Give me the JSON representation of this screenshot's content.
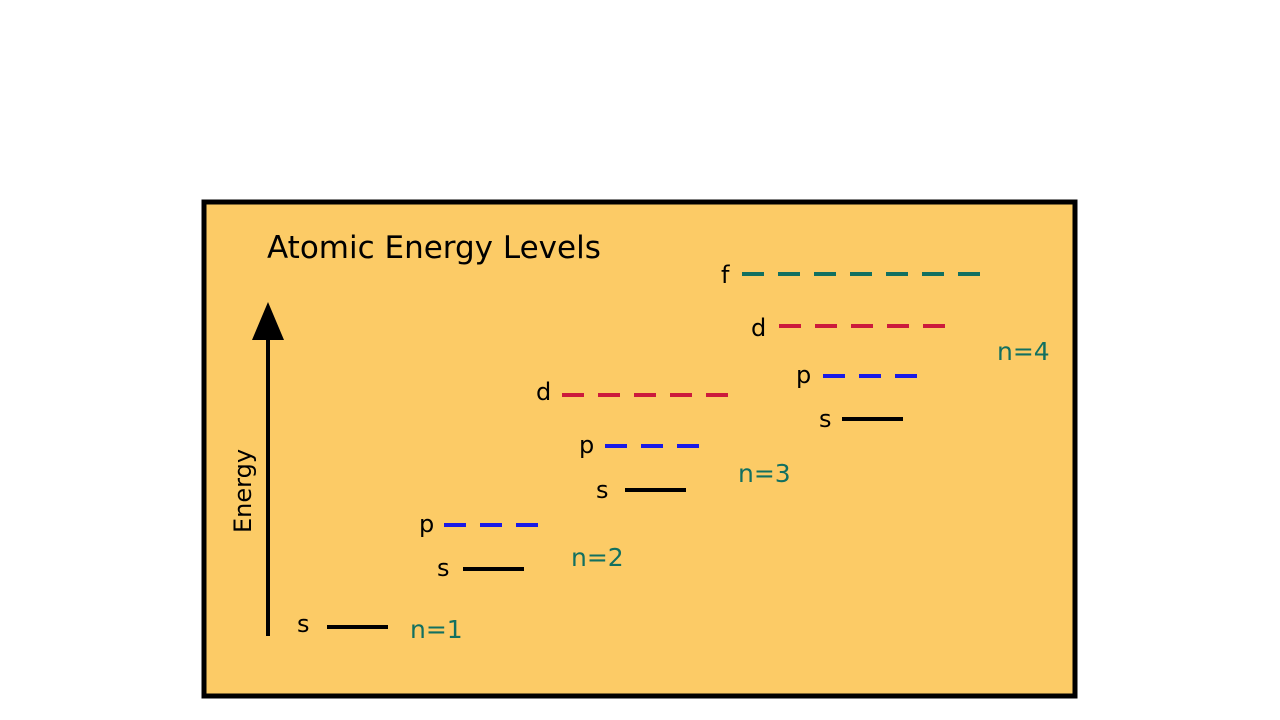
{
  "diagram": {
    "title": "Atomic Energy Levels",
    "axis_label": "Energy",
    "background_color": "#FCCB66",
    "border_color": "#000000",
    "colors": {
      "s": "#000000",
      "p": "#1A1AE6",
      "d": "#CC1A3C",
      "f": "#127060",
      "shell_label": "#127060",
      "text": "#000000"
    },
    "shells": [
      {
        "label": "n=1",
        "levels": [
          {
            "type": "s",
            "label": "s",
            "orbitals": 1
          }
        ]
      },
      {
        "label": "n=2",
        "levels": [
          {
            "type": "s",
            "label": "s",
            "orbitals": 1
          },
          {
            "type": "p",
            "label": "p",
            "orbitals": 3
          }
        ]
      },
      {
        "label": "n=3",
        "levels": [
          {
            "type": "s",
            "label": "s",
            "orbitals": 1
          },
          {
            "type": "p",
            "label": "p",
            "orbitals": 3
          },
          {
            "type": "d",
            "label": "d",
            "orbitals": 5
          }
        ]
      },
      {
        "label": "n=4",
        "levels": [
          {
            "type": "s",
            "label": "s",
            "orbitals": 1
          },
          {
            "type": "p",
            "label": "p",
            "orbitals": 3
          },
          {
            "type": "d",
            "label": "d",
            "orbitals": 5
          },
          {
            "type": "f",
            "label": "f",
            "orbitals": 7
          }
        ]
      }
    ]
  }
}
